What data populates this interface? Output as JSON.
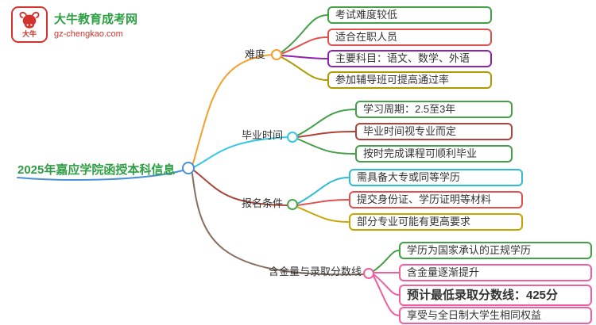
{
  "logo": {
    "brand": "大牛教育成考网",
    "domain": "gz-chengkao.com",
    "icon_label": "大牛",
    "brand_color": "#2e9e44",
    "accent_color": "#d3322d"
  },
  "root": {
    "title": "2025年嘉应学院函授本科信息",
    "color": "#2e9e44",
    "line_color": "#4a90d9"
  },
  "branches": [
    {
      "label": "难度",
      "color": "#f59f2c",
      "circle_color": "#f59f2c",
      "leaves": [
        {
          "text": "考试难度较低",
          "color": "#43a047"
        },
        {
          "text": "适合在职人员",
          "color": "#e0514d"
        },
        {
          "text": "主要科目：语文、数学、外语",
          "color": "#8e24aa"
        },
        {
          "text": "参加辅导班可提高通过率",
          "color": "#ac9a00"
        }
      ]
    },
    {
      "label": "毕业时间",
      "color": "#35c8e0",
      "circle_color": "#35c8e0",
      "leaves": [
        {
          "text": "学习周期：2.5至3年",
          "color": "#43a047"
        },
        {
          "text": "毕业时间视专业而定",
          "color": "#b0423a"
        },
        {
          "text": "按时完成课程可顺利毕业",
          "color": "#43a047"
        }
      ]
    },
    {
      "label": "报名条件",
      "color": "#a94438",
      "circle_color": "#4aa54a",
      "leaves": [
        {
          "text": "需具备大专或同等学历",
          "color": "#2ebcd4"
        },
        {
          "text": "提交身份证、学历证明等材料",
          "color": "#e0514d"
        },
        {
          "text": "部分专业可能有更高要求",
          "color": "#c9a400"
        }
      ]
    },
    {
      "label": "含金量与录取分数线",
      "color": "#8a6d5f",
      "circle_color": "#ee5fa0",
      "leaves": [
        {
          "text": "学历为国家承认的正规学历",
          "color": "#43a047"
        },
        {
          "text": "含金量逐渐提升",
          "color": "#ee5fa0"
        },
        {
          "text": "预计最低录取分数线：425分",
          "color": "#ee5fa0"
        },
        {
          "text": "享受与全日制大学生相同权益",
          "color": "#ee5fa0"
        }
      ]
    }
  ]
}
